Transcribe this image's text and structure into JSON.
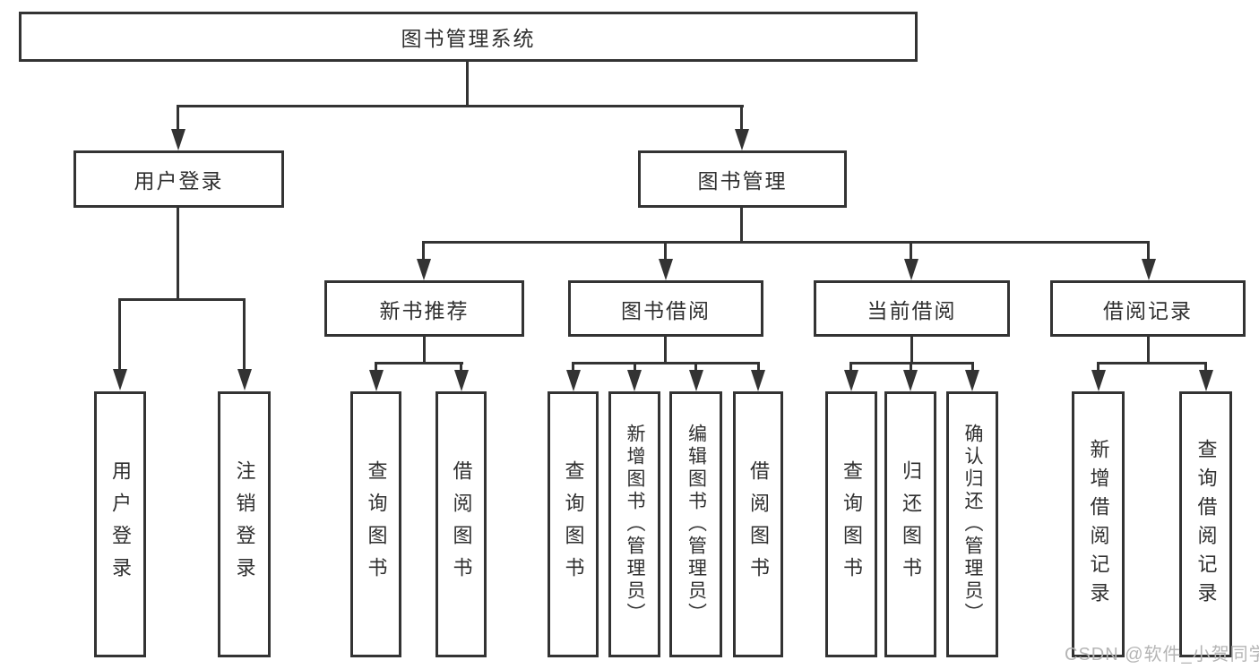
{
  "tree": {
    "root": {
      "label": "图书管理系统"
    },
    "branches": [
      {
        "label": "用户登录",
        "leaves": [
          {
            "label": "用户登录"
          },
          {
            "label": "注销登录"
          }
        ]
      },
      {
        "label": "图书管理",
        "groups": [
          {
            "label": "新书推荐",
            "leaves": [
              {
                "label": "查询图书"
              },
              {
                "label": "借阅图书"
              }
            ]
          },
          {
            "label": "图书借阅",
            "leaves": [
              {
                "label": "查询图书"
              },
              {
                "label": "新增图书（管理员）"
              },
              {
                "label": "编辑图书（管理员）"
              },
              {
                "label": "借阅图书"
              }
            ]
          },
          {
            "label": "当前借阅",
            "leaves": [
              {
                "label": "查询图书"
              },
              {
                "label": "归还图书"
              },
              {
                "label": "确认归还（管理员）"
              }
            ]
          },
          {
            "label": "借阅记录",
            "leaves": [
              {
                "label": "新增借阅记录"
              },
              {
                "label": "查询借阅记录"
              }
            ]
          }
        ]
      }
    ]
  },
  "watermark": {
    "text": "CSDN @软件_小贺同学"
  },
  "colors": {
    "line": "#333333",
    "text": "#2f2f2f",
    "watermark": "#b5b5b5",
    "background": "#ffffff"
  }
}
